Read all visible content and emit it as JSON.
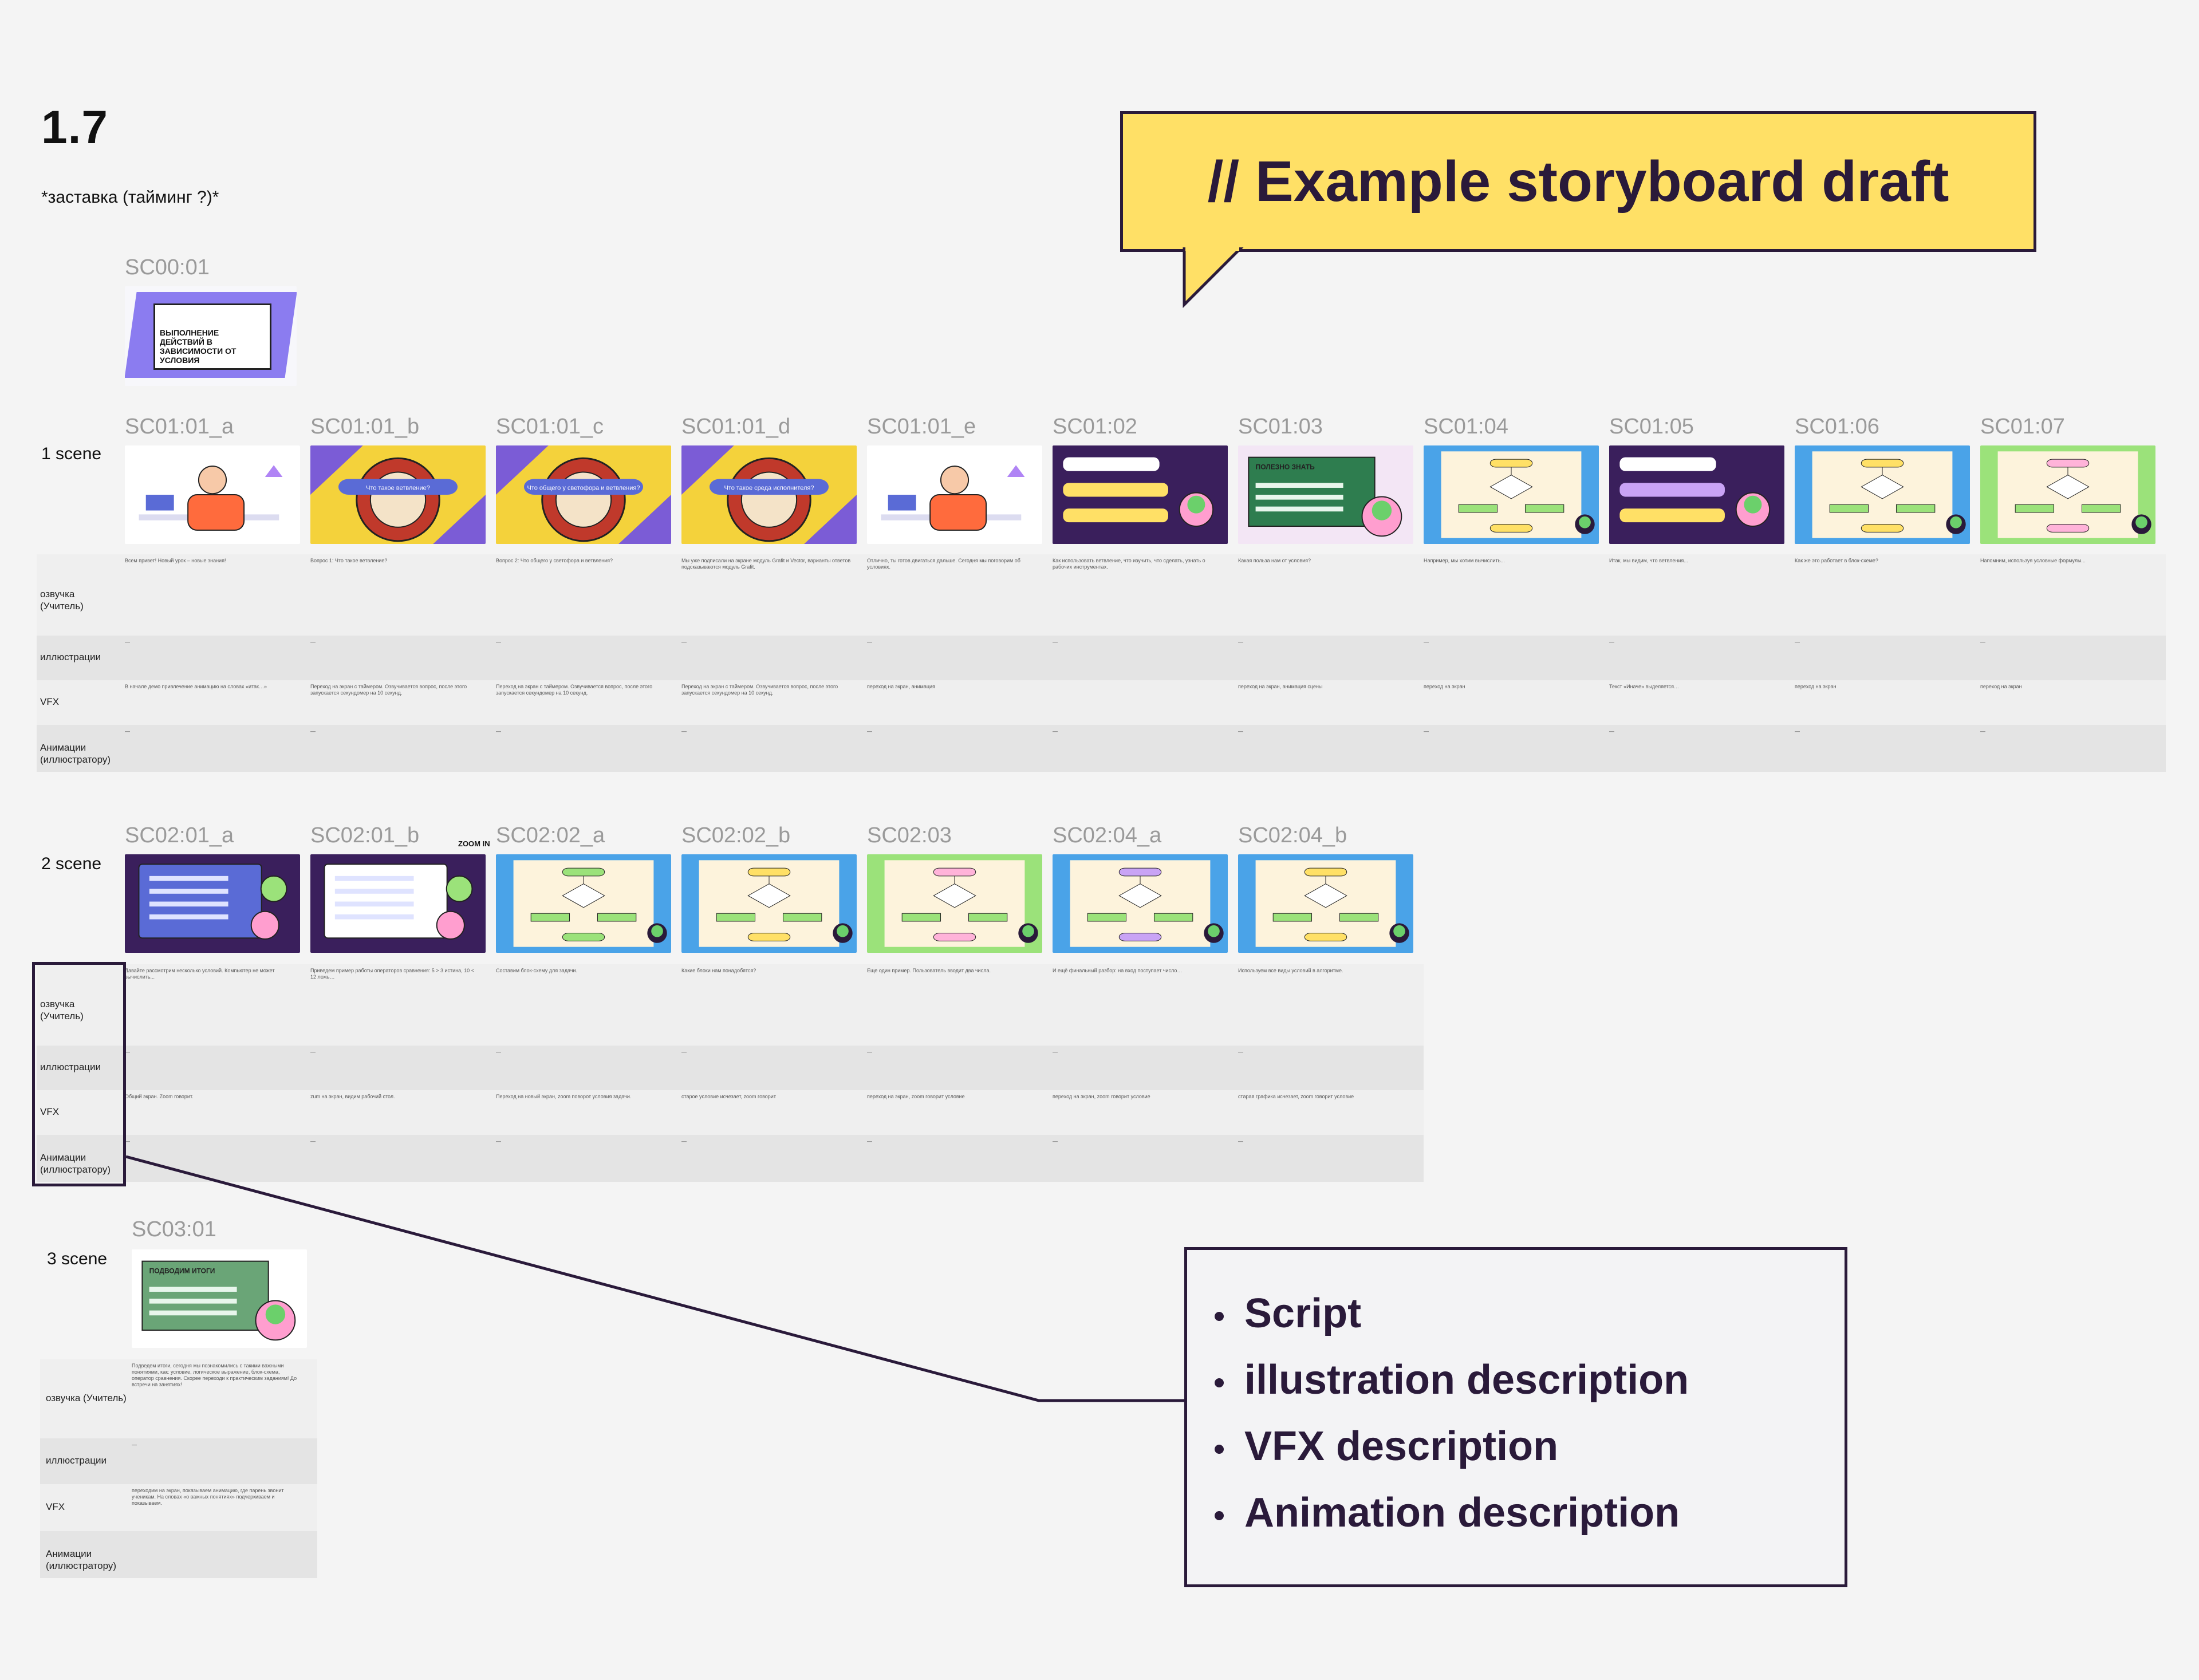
{
  "page": {
    "title": "1.7",
    "subtitle": "*заставка (тайминг ?)*"
  },
  "callout": {
    "title": "// Example storyboard draft"
  },
  "legend": {
    "items": [
      "Script",
      "illustration description",
      "VFX description",
      "Animation description"
    ]
  },
  "row_labels": [
    "озвучка (Учитель)",
    "иллюстрации",
    "VFX",
    "Анимации (иллюстратору)"
  ],
  "intro": {
    "code": "SC00:01",
    "frame_text": "ВЫПОЛНЕНИЕ ДЕЙСТВИЙ В ЗАВИСИМОСТИ ОТ УСЛОВИЯ"
  },
  "scene1": {
    "label": "1 scene",
    "frames": [
      {
        "code": "SC01:01_a",
        "bg": "#ffffff",
        "accent": "#ff6b3d",
        "kind": "character"
      },
      {
        "code": "SC01:01_b",
        "bg": "#f4d23b",
        "accent": "#7b5cd6",
        "kind": "timer",
        "text": "Что такое ветвление?"
      },
      {
        "code": "SC01:01_c",
        "bg": "#f4d23b",
        "accent": "#7b5cd6",
        "kind": "timer",
        "text": "Что общего у светофора и ветвления?"
      },
      {
        "code": "SC01:01_d",
        "bg": "#f4d23b",
        "accent": "#7b5cd6",
        "kind": "timer",
        "text": "Что такое среда исполнителя?"
      },
      {
        "code": "SC01:01_e",
        "bg": "#ffffff",
        "accent": "#ff6b3d",
        "kind": "character"
      },
      {
        "code": "SC01:02",
        "bg": "#3a1f5c",
        "accent": "#ffe066",
        "kind": "cards"
      },
      {
        "code": "SC01:03",
        "bg": "#f3e6f5",
        "accent": "#2e7d4f",
        "kind": "board",
        "text": "ПОЛЕЗНО ЗНАТЬ"
      },
      {
        "code": "SC01:04",
        "bg": "#4aa3e8",
        "accent": "#ffe066",
        "kind": "flow"
      },
      {
        "code": "SC01:05",
        "bg": "#3a1f5c",
        "accent": "#c9a3f5",
        "kind": "cards"
      },
      {
        "code": "SC01:06",
        "bg": "#4aa3e8",
        "accent": "#ffe066",
        "kind": "flow"
      },
      {
        "code": "SC01:07",
        "bg": "#9be27a",
        "accent": "#ffb3d9",
        "kind": "flow"
      }
    ],
    "voice": [
      "Всем привет! Новый урок – новые знания!",
      "Вопрос 1: Что такое ветвление?",
      "Вопрос 2: Что общего у светофора и ветвления?",
      "Мы уже подписали на экране модуль Grafit и Vector, варианты ответов подсказываются модуль Grafit.",
      "Отлично, ты готов двигаться дальше. Сегодня мы поговорим об условиях.",
      "Как использовать ветвление, что изучить, что сделать, узнать о рабочих инструментах.",
      "Какая польза нам от условия?",
      "Например, мы хотим вычислить...",
      "Итак, мы видим, что ветвления...",
      "Как же это работает в блок-схеме?",
      "Напомним, используя условные формулы..."
    ],
    "illustr": [
      "—",
      "—",
      "—",
      "—",
      "—",
      "—",
      "—",
      "—",
      "—",
      "—",
      "—"
    ],
    "vfx": [
      "В начале демо привлечение анимацию на словах «итак…»",
      "Переход на экран с таймером. Озвучивается вопрос, после этого запускается секундомер на 10 секунд.",
      "Переход на экран с таймером. Озвучивается вопрос, после этого запускается секундомер на 10 секунд.",
      "Переход на экран с таймером. Озвучивается вопрос, после этого запускается секундомер на 10 секунд.",
      "переход на экран, анимация",
      "",
      "переход на экран, анимация сцены",
      "переход на экран",
      "Текст «Иначе» выделяется…",
      "переход на экран",
      "переход на экран"
    ],
    "anim": [
      "—",
      "—",
      "—",
      "—",
      "—",
      "—",
      "—",
      "—",
      "—",
      "—",
      "—"
    ]
  },
  "scene2": {
    "label": "2 scene",
    "zoom_label": "ZOOM IN",
    "frames": [
      {
        "code": "SC02:01_a",
        "bg": "#3a1f5c",
        "accent": "#5a6bd6",
        "kind": "screen"
      },
      {
        "code": "SC02:01_b",
        "bg": "#3a1f5c",
        "accent": "#ffffff",
        "kind": "screen"
      },
      {
        "code": "SC02:02_a",
        "bg": "#4aa3e8",
        "accent": "#9be27a",
        "kind": "flow"
      },
      {
        "code": "SC02:02_b",
        "bg": "#4aa3e8",
        "accent": "#ffe066",
        "kind": "flow"
      },
      {
        "code": "SC02:03",
        "bg": "#9be27a",
        "accent": "#ffb3d9",
        "kind": "flow"
      },
      {
        "code": "SC02:04_a",
        "bg": "#4aa3e8",
        "accent": "#c9a3f5",
        "kind": "flow"
      },
      {
        "code": "SC02:04_b",
        "bg": "#4aa3e8",
        "accent": "#ffe066",
        "kind": "flow"
      }
    ],
    "voice": [
      "Давайте рассмотрим несколько условий. Компьютер не может вычислить...",
      "Приведем пример работы операторов сравнения: 5 > 3 истина, 10 < 12 ложь…",
      "Составим блок-схему для задачи.",
      "Какие блоки нам понадобятся?",
      "Еще один пример. Пользователь вводит два числа.",
      "И ещё финальный разбор: на вход поступает число…",
      "Используем все виды условий в алгоритме."
    ],
    "illustr": [
      "—",
      "—",
      "—",
      "—",
      "—",
      "—",
      "—"
    ],
    "vfx": [
      "Общий экран. Zoom говорит.",
      "zum на экран, видим рабочий стол.",
      "Переход на новый экран, zoom поворот условия задачи.",
      "старое условие исчезает, zoom говорит",
      "переход на экран, zoom говорит условие",
      "переход на экран, zoom говорит условие",
      "старая графика исчезает, zoom говорит условие"
    ],
    "anim": [
      "—",
      "—",
      "—",
      "—",
      "—",
      "—",
      "—"
    ]
  },
  "scene3": {
    "label": "3 scene",
    "frames": [
      {
        "code": "SC03:01",
        "bg": "#ffffff",
        "accent": "#6aa577",
        "kind": "board",
        "text": "ПОДВОДИМ ИТОГИ"
      }
    ],
    "voice": [
      "Подведем итоги, сегодня мы познакомились с такими важными понятиями, как: условие, логическое выражение, блок-схема, оператор сравнения. Скорее переходи к практическим заданиям! До встречи на занятиях!"
    ],
    "illustr": [
      "—"
    ],
    "vfx": [
      "переходим на экран, показываем анимацию, где парень звонит ученикам. На словах «о важных понятиях» подчеркиваем и показываем."
    ],
    "anim": [
      ""
    ]
  }
}
